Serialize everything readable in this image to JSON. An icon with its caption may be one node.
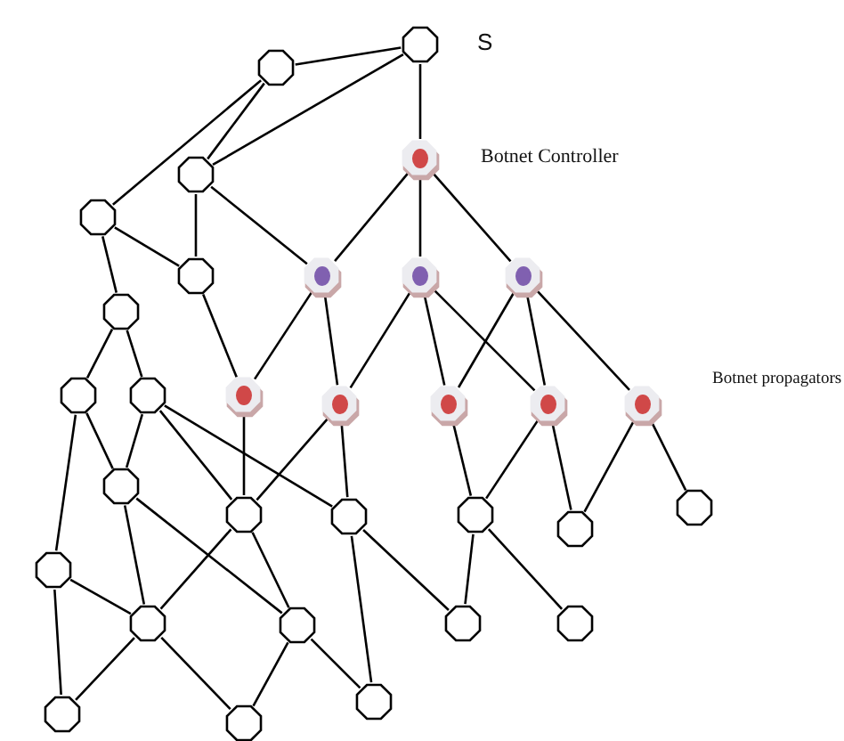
{
  "diagram": {
    "nodes": [
      {
        "text": [],
        "shape": "octagon"
      },
      {
        "text": [],
        "shape": "octagon"
      },
      {
        "text": [],
        "shape": "octagon"
      },
      {
        "text": [],
        "shape": "octagon"
      },
      {
        "text": [],
        "shape": "octagon"
      },
      {
        "text": [],
        "shape": "octagon"
      },
      {
        "text": [],
        "shape": "octagon",
        "beside": [
          "Botnet Controller"
        ]
      },
      {
        "text": [],
        "shape": "octagon"
      },
      {
        "text": [],
        "shape": "octagon"
      },
      {
        "text": [],
        "shape": "octagon"
      },
      {
        "text": [],
        "shape": "octagon"
      },
      {
        "text": [],
        "shape": "octagon"
      },
      {
        "text": [],
        "shape": "octagon"
      },
      {
        "text": [],
        "shape": "octagon"
      },
      {
        "text": [],
        "shape": "octagon",
        "beside": [
          "Botnet propagators"
        ]
      },
      {
        "text": [],
        "shape": "octagon"
      },
      {
        "text": [],
        "shape": "octagon"
      },
      {
        "text": [],
        "shape": "octagon"
      },
      {
        "text": [],
        "shape": "octagon"
      },
      {
        "text": [],
        "shape": "octagon"
      },
      {
        "text": [],
        "shape": "octagon"
      },
      {
        "text": [],
        "shape": "octagon"
      },
      {
        "text": [],
        "shape": "octagon"
      },
      {
        "text": [],
        "shape": "octagon"
      },
      {
        "text": [],
        "shape": "octagon"
      },
      {
        "text": [],
        "shape": "octagon"
      },
      {
        "text": [],
        "shape": "octagon"
      },
      {
        "text": [],
        "shape": "octagon"
      },
      {
        "text": [],
        "shape": "octagon"
      },
      {
        "text": [],
        "shape": "octagon"
      },
      {
        "text": [],
        "shape": "octagon"
      }
    ],
    "edges": [
      {
        "from": 0,
        "to": 1,
        "arrow": "none"
      },
      {
        "from": 1,
        "to": 2,
        "arrow": "none"
      },
      {
        "from": 0,
        "to": 2,
        "arrow": "none"
      },
      {
        "from": 0,
        "to": 3,
        "arrow": "none"
      },
      {
        "from": 1,
        "to": 6,
        "arrow": "none"
      },
      {
        "from": 2,
        "to": 4,
        "arrow": "none"
      },
      {
        "from": 2,
        "to": 7,
        "arrow": "none"
      },
      {
        "from": 3,
        "to": 4,
        "arrow": "none"
      },
      {
        "from": 3,
        "to": 5,
        "arrow": "none"
      },
      {
        "from": 6,
        "to": 7,
        "arrow": "none"
      },
      {
        "from": 6,
        "to": 8,
        "arrow": "none"
      },
      {
        "from": 6,
        "to": 9,
        "arrow": "none"
      },
      {
        "from": 4,
        "to": 10,
        "arrow": "none"
      },
      {
        "from": 7,
        "to": 10,
        "arrow": "none"
      },
      {
        "from": 7,
        "to": 11,
        "arrow": "none"
      },
      {
        "from": 8,
        "to": 11,
        "arrow": "none"
      },
      {
        "from": 8,
        "to": 12,
        "arrow": "none"
      },
      {
        "from": 8,
        "to": 13,
        "arrow": "none"
      },
      {
        "from": 9,
        "to": 12,
        "arrow": "none"
      },
      {
        "from": 9,
        "to": 13,
        "arrow": "none"
      },
      {
        "from": 9,
        "to": 14,
        "arrow": "none"
      },
      {
        "from": 5,
        "to": 15,
        "arrow": "none"
      },
      {
        "from": 5,
        "to": 16,
        "arrow": "none"
      },
      {
        "from": 15,
        "to": 23,
        "arrow": "none"
      },
      {
        "from": 15,
        "to": 17,
        "arrow": "none"
      },
      {
        "from": 16,
        "to": 17,
        "arrow": "none"
      },
      {
        "from": 16,
        "to": 18,
        "arrow": "none"
      },
      {
        "from": 16,
        "to": 19,
        "arrow": "none"
      },
      {
        "from": 17,
        "to": 24,
        "arrow": "none"
      },
      {
        "from": 17,
        "to": 25,
        "arrow": "none"
      },
      {
        "from": 10,
        "to": 18,
        "arrow": "none"
      },
      {
        "from": 11,
        "to": 18,
        "arrow": "none"
      },
      {
        "from": 11,
        "to": 19,
        "arrow": "none"
      },
      {
        "from": 18,
        "to": 24,
        "arrow": "none"
      },
      {
        "from": 18,
        "to": 25,
        "arrow": "none"
      },
      {
        "from": 23,
        "to": 24,
        "arrow": "none"
      },
      {
        "from": 23,
        "to": 28,
        "arrow": "none"
      },
      {
        "from": 24,
        "to": 28,
        "arrow": "none"
      },
      {
        "from": 24,
        "to": 29,
        "arrow": "none"
      },
      {
        "from": 25,
        "to": 29,
        "arrow": "none"
      },
      {
        "from": 25,
        "to": 30,
        "arrow": "none"
      },
      {
        "from": 19,
        "to": 30,
        "arrow": "none"
      },
      {
        "from": 19,
        "to": 26,
        "arrow": "none"
      },
      {
        "from": 12,
        "to": 20,
        "arrow": "none"
      },
      {
        "from": 13,
        "to": 20,
        "arrow": "none"
      },
      {
        "from": 13,
        "to": 21,
        "arrow": "none"
      },
      {
        "from": 14,
        "to": 21,
        "arrow": "none"
      },
      {
        "from": 14,
        "to": 22,
        "arrow": "none"
      },
      {
        "from": 20,
        "to": 26,
        "arrow": "none"
      },
      {
        "from": 20,
        "to": 27,
        "arrow": "none"
      }
    ],
    "labels": [
      "S"
    ]
  }
}
